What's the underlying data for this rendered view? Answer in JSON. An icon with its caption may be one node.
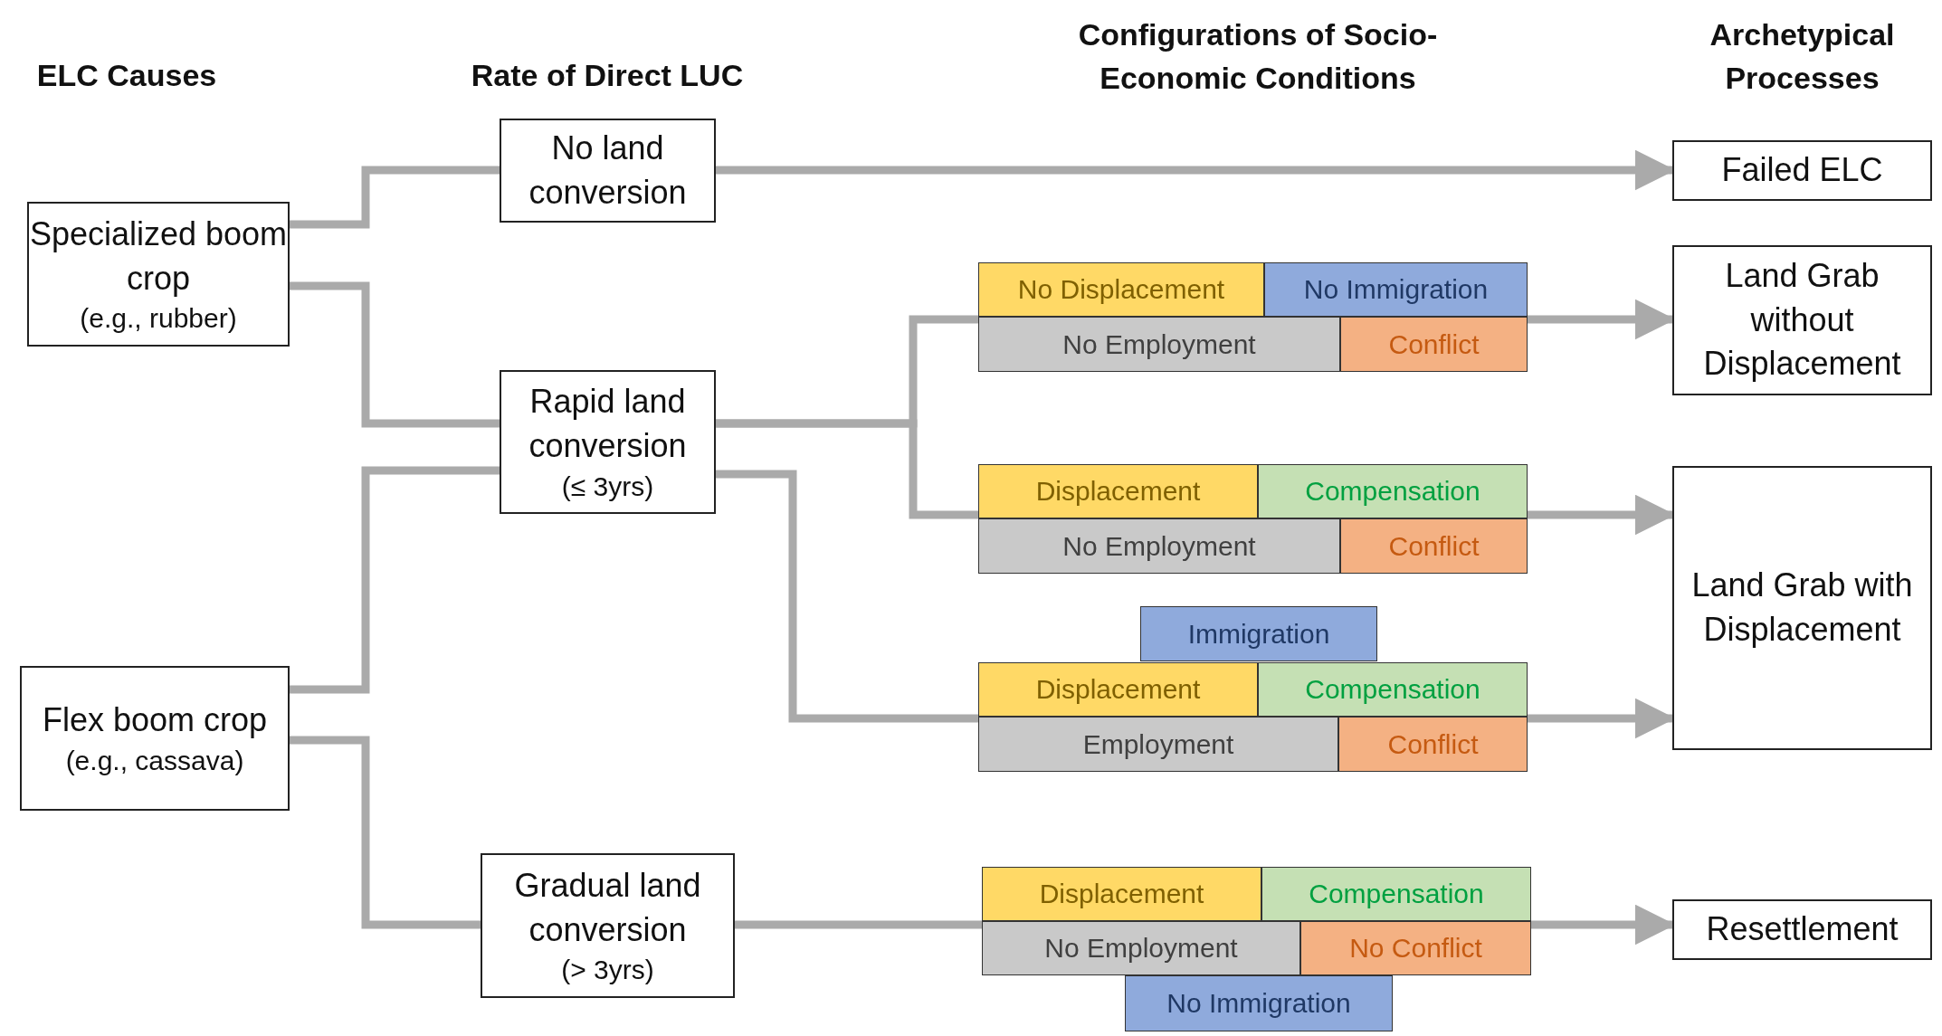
{
  "diagram": {
    "nodes": [
      {
        "text": [
          "Specialized boom crop",
          "(e.g., rubber)"
        ]
      },
      {
        "text": [
          "Flex boom crop",
          "(e.g., cassava)"
        ]
      },
      {
        "text": [
          "No land conversion"
        ]
      },
      {
        "text": [
          "Rapid land conversion",
          "(≤ 3yrs)"
        ]
      },
      {
        "text": [
          "Gradual land conversion",
          "(> 3yrs)"
        ]
      },
      {
        "text": [],
        "shape": "box"
      },
      {
        "text": [
          "No Displacement"
        ],
        "in": 5
      },
      {
        "text": [
          "No Immigration"
        ],
        "in": 5
      },
      {
        "text": [
          "No Employment"
        ],
        "in": 5
      },
      {
        "text": [
          "Conflict"
        ],
        "in": 5
      },
      {
        "text": [],
        "shape": "box"
      },
      {
        "text": [
          "Displacement"
        ],
        "in": 10
      },
      {
        "text": [
          "Compensation"
        ],
        "in": 10
      },
      {
        "text": [
          "No Employment"
        ],
        "in": 10
      },
      {
        "text": [
          "Conflict"
        ],
        "in": 10
      },
      {
        "text": [],
        "shape": "box"
      },
      {
        "text": [
          "Immigration"
        ],
        "in": 15
      },
      {
        "text": [
          "Displacement"
        ],
        "in": 15
      },
      {
        "text": [
          "Compensation"
        ],
        "in": 15
      },
      {
        "text": [
          "Employment"
        ],
        "in": 15
      },
      {
        "text": [
          "Conflict"
        ],
        "in": 15
      },
      {
        "text": [],
        "shape": "box"
      },
      {
        "text": [
          "Displacement"
        ],
        "in": 21
      },
      {
        "text": [
          "Compensation"
        ],
        "in": 21
      },
      {
        "text": [
          "No Employment"
        ],
        "in": 21
      },
      {
        "text": [
          "No Conflict"
        ],
        "in": 21
      },
      {
        "text": [
          "No Immigration"
        ],
        "in": 21
      },
      {
        "text": [
          "Failed ELC"
        ]
      },
      {
        "text": [
          "Land Grab without Displacement"
        ]
      },
      {
        "text": [
          "Land Grab with Displacement"
        ]
      },
      {
        "text": [
          "Resettlement"
        ]
      }
    ],
    "edges": [
      {
        "from": 0,
        "to": 2,
        "arrow": "none"
      },
      {
        "from": 0,
        "to": 3,
        "arrow": "none"
      },
      {
        "from": 1,
        "to": 3,
        "arrow": "none"
      },
      {
        "from": 1,
        "to": 4,
        "arrow": "none"
      },
      {
        "from": 2,
        "to": 27,
        "arrow": "to"
      },
      {
        "from": 3,
        "to": 5,
        "arrow": "none"
      },
      {
        "from": 3,
        "to": 10,
        "arrow": "none"
      },
      {
        "from": 3,
        "to": 15,
        "arrow": "none"
      },
      {
        "from": 4,
        "to": 21,
        "arrow": "none"
      },
      {
        "from": 5,
        "to": 28,
        "arrow": "to"
      },
      {
        "from": 10,
        "to": 29,
        "arrow": "to"
      },
      {
        "from": 15,
        "to": 29,
        "arrow": "to"
      },
      {
        "from": 21,
        "to": 30,
        "arrow": "to"
      }
    ],
    "labels": [
      "ELC Causes",
      "Rate of Direct LUC",
      "Configurations of Socio-Economic Conditions",
      "Archetypical Processes"
    ]
  }
}
